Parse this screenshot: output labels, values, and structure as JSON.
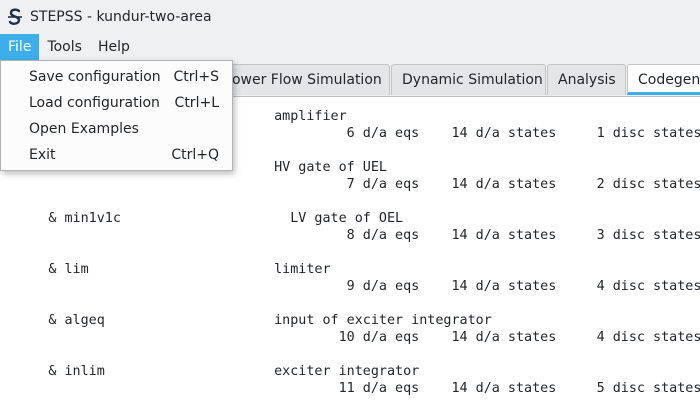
{
  "window": {
    "title": "STEPSS - kundur-two-area"
  },
  "menubar": {
    "items": [
      "File",
      "Tools",
      "Help"
    ]
  },
  "tabs": [
    "Power Flow Simulation",
    "Dynamic Simulation",
    "Analysis",
    "Codegen"
  ],
  "active_tab": "Codegen",
  "file_menu": {
    "items": [
      {
        "label": "Save configuration",
        "shortcut": "Ctrl+S"
      },
      {
        "label": "Load configuration",
        "shortcut": "Ctrl+L"
      },
      {
        "label": "Open Examples",
        "shortcut": ""
      },
      {
        "label": "Exit",
        "shortcut": "Ctrl+Q"
      }
    ]
  },
  "log_lines": [
    "                                  amplifier",
    "                                           6 d/a eqs    14 d/a states     1 disc states",
    "      & min1v1c                   HV gate of UEL",
    "                                           7 d/a eqs    14 d/a states     2 disc states",
    "      & min1v1c                     LV gate of OEL",
    "                                           8 d/a eqs    14 d/a states     3 disc states",
    "      & lim                       limiter",
    "                                           9 d/a eqs    14 d/a states     4 disc states",
    "      & algeq                     input of exciter integrator",
    "                                          10 d/a eqs    14 d/a states     4 disc states",
    "      & inlim                     exciter integrator",
    "                                          11 d/a eqs    14 d/a states     5 disc states"
  ],
  "colors": {
    "accent": "#3daee9",
    "chrome": "#eff0f1",
    "text": "#232629"
  },
  "icons": {
    "app": "stepss-s-icon"
  }
}
